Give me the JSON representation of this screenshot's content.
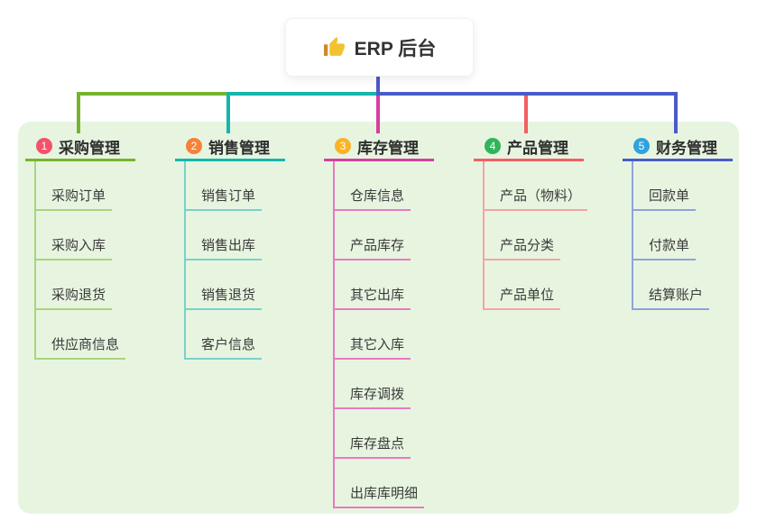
{
  "root": {
    "title": "ERP 后台",
    "icon": "thumbs-up-icon",
    "colors": {
      "main": "#4a5ac8"
    }
  },
  "branches": [
    {
      "number": "1",
      "title": "采购管理",
      "colors": {
        "main": "#76b42e",
        "light": "#a9d47e",
        "badge": "#f4516c"
      },
      "children": [
        "采购订单",
        "采购入库",
        "采购退货",
        "供应商信息"
      ]
    },
    {
      "number": "2",
      "title": "销售管理",
      "colors": {
        "main": "#13b7aa",
        "light": "#79d2c9",
        "badge": "#f5823c"
      },
      "children": [
        "销售订单",
        "销售出库",
        "销售退货",
        "客户信息"
      ]
    },
    {
      "number": "3",
      "title": "库存管理",
      "colors": {
        "main": "#d53f9f",
        "light": "#ea79bf",
        "badge": "#f9b327"
      },
      "children": [
        "仓库信息",
        "产品库存",
        "其它出库",
        "其它入库",
        "库存调拨",
        "库存盘点",
        "出库库明细"
      ]
    },
    {
      "number": "4",
      "title": "产品管理",
      "colors": {
        "main": "#f25f63",
        "light": "#f6a3a5",
        "badge": "#32b45a"
      },
      "children": [
        "产品（物料）",
        "产品分类",
        "产品单位"
      ]
    },
    {
      "number": "5",
      "title": "财务管理",
      "colors": {
        "main": "#4a5ac8",
        "light": "#8da3dd",
        "badge": "#30a3dc"
      },
      "children": [
        "回款单",
        "付款单",
        "结算账户"
      ]
    }
  ]
}
